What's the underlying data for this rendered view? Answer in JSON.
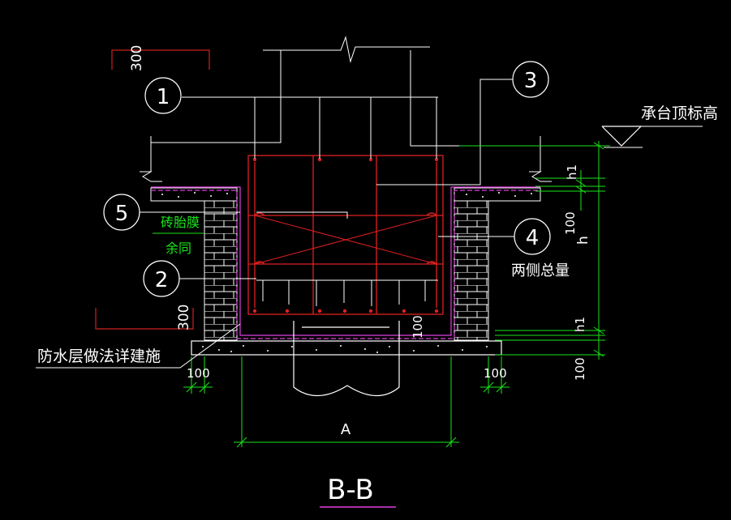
{
  "colors": {
    "background": "#000000",
    "line_white": "#ffffff",
    "rebar_red": "#e02020",
    "dim_green": "#19e619",
    "membrane_magenta": "#e040e0",
    "bracket_red": "#d02020"
  },
  "callouts": [
    {
      "id": "1",
      "label": "1"
    },
    {
      "id": "2",
      "label": "2"
    },
    {
      "id": "3",
      "label": "3"
    },
    {
      "id": "4",
      "label": "4"
    },
    {
      "id": "5",
      "label": "5"
    }
  ],
  "labels": {
    "cap_top_elevation": "承台顶标高",
    "brick_form_line1": "砖胎膜",
    "brick_form_line2": "余同",
    "both_sides_total": "两侧总量",
    "waterproof_note": "防水层做法详建施",
    "section_title": "B-B"
  },
  "dimensions": {
    "width_A": "A",
    "height_h": "h",
    "h1_top": "h1",
    "h1_bottom": "h1",
    "dim_100_top_right": "100",
    "dim_100_bottom_right": "100",
    "dim_100_inner": "100",
    "dim_100_left": "100",
    "dim_100_right": "100",
    "dim_300_top": "300",
    "dim_300_bottom": "300"
  }
}
